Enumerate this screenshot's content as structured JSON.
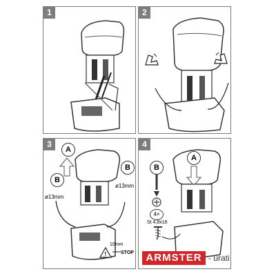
{
  "steps": [
    {
      "number": "1"
    },
    {
      "number": "2"
    },
    {
      "number": "3",
      "callouts": [
        "A",
        "B",
        "B"
      ],
      "dims": [
        "ø13mm",
        "ø13mm",
        "10mm"
      ],
      "stop": "STOP"
    },
    {
      "number": "4",
      "callouts": [
        "A",
        "B"
      ],
      "qty": "4×",
      "screw": "St 4,8x16"
    }
  ],
  "brand": {
    "name": "ARMSTER",
    "sub": "- urati"
  }
}
